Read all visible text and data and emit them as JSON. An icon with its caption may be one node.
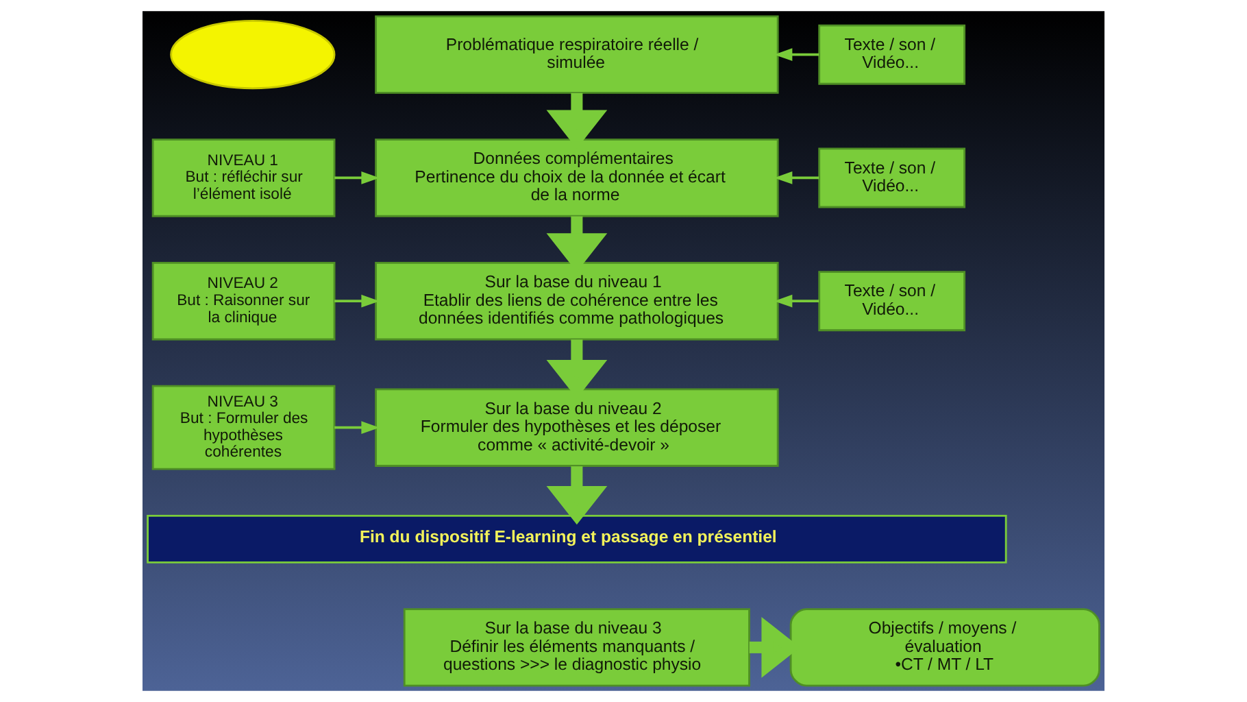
{
  "diagram": {
    "nodes": [
      {
        "text": [],
        "shape": "ellipse"
      },
      {
        "text": [
          "Problématique respiratoire réelle / simulée"
        ]
      },
      {
        "text": [
          "Texte / son / Vidéo..."
        ]
      },
      {
        "text": [
          "NIVEAU 1",
          "But : réfléchir sur l’élément isolé"
        ]
      },
      {
        "text": [
          "Données complémentaires",
          "Pertinence du choix de la donnée et écart de la norme"
        ]
      },
      {
        "text": [
          "Texte / son / Vidéo..."
        ]
      },
      {
        "text": [
          "NIVEAU 2",
          "But : Raisonner sur la clinique"
        ]
      },
      {
        "text": [
          "Sur la base du niveau 1",
          "Etablir des liens de cohérence entre les données identifiés comme pathologiques"
        ]
      },
      {
        "text": [
          "Texte / son / Vidéo..."
        ]
      },
      {
        "text": [
          "NIVEAU 3",
          "But : Formuler des hypothèses cohérentes"
        ]
      },
      {
        "text": [
          "Sur la base du niveau 2",
          "Formuler des hypothèses et les déposer comme « activité-devoir »"
        ]
      },
      {
        "text": [
          "Fin du dispositif E-learning et passage en présentiel"
        ]
      },
      {
        "text": [
          "Sur la base du niveau 3",
          "Définir les éléments manquants / questions >>> le diagnostic physio"
        ]
      },
      {
        "text": [
          "Objectifs / moyens / évaluation",
          "•CT / MT / LT"
        ]
      }
    ],
    "edges": [
      {
        "from": 2,
        "to": 1,
        "arrow": "to"
      },
      {
        "from": 1,
        "to": 4,
        "arrow": "to",
        "style": "thick"
      },
      {
        "from": 3,
        "to": 4,
        "arrow": "to"
      },
      {
        "from": 5,
        "to": 4,
        "arrow": "to"
      },
      {
        "from": 4,
        "to": 7,
        "arrow": "to",
        "style": "thick"
      },
      {
        "from": 6,
        "to": 7,
        "arrow": "to"
      },
      {
        "from": 8,
        "to": 7,
        "arrow": "to"
      },
      {
        "from": 7,
        "to": 10,
        "arrow": "to",
        "style": "thick"
      },
      {
        "from": 9,
        "to": 10,
        "arrow": "to"
      },
      {
        "from": 10,
        "to": 11,
        "arrow": "to",
        "style": "thick"
      },
      {
        "from": 12,
        "to": 13,
        "arrow": "to",
        "style": "thick"
      }
    ]
  }
}
